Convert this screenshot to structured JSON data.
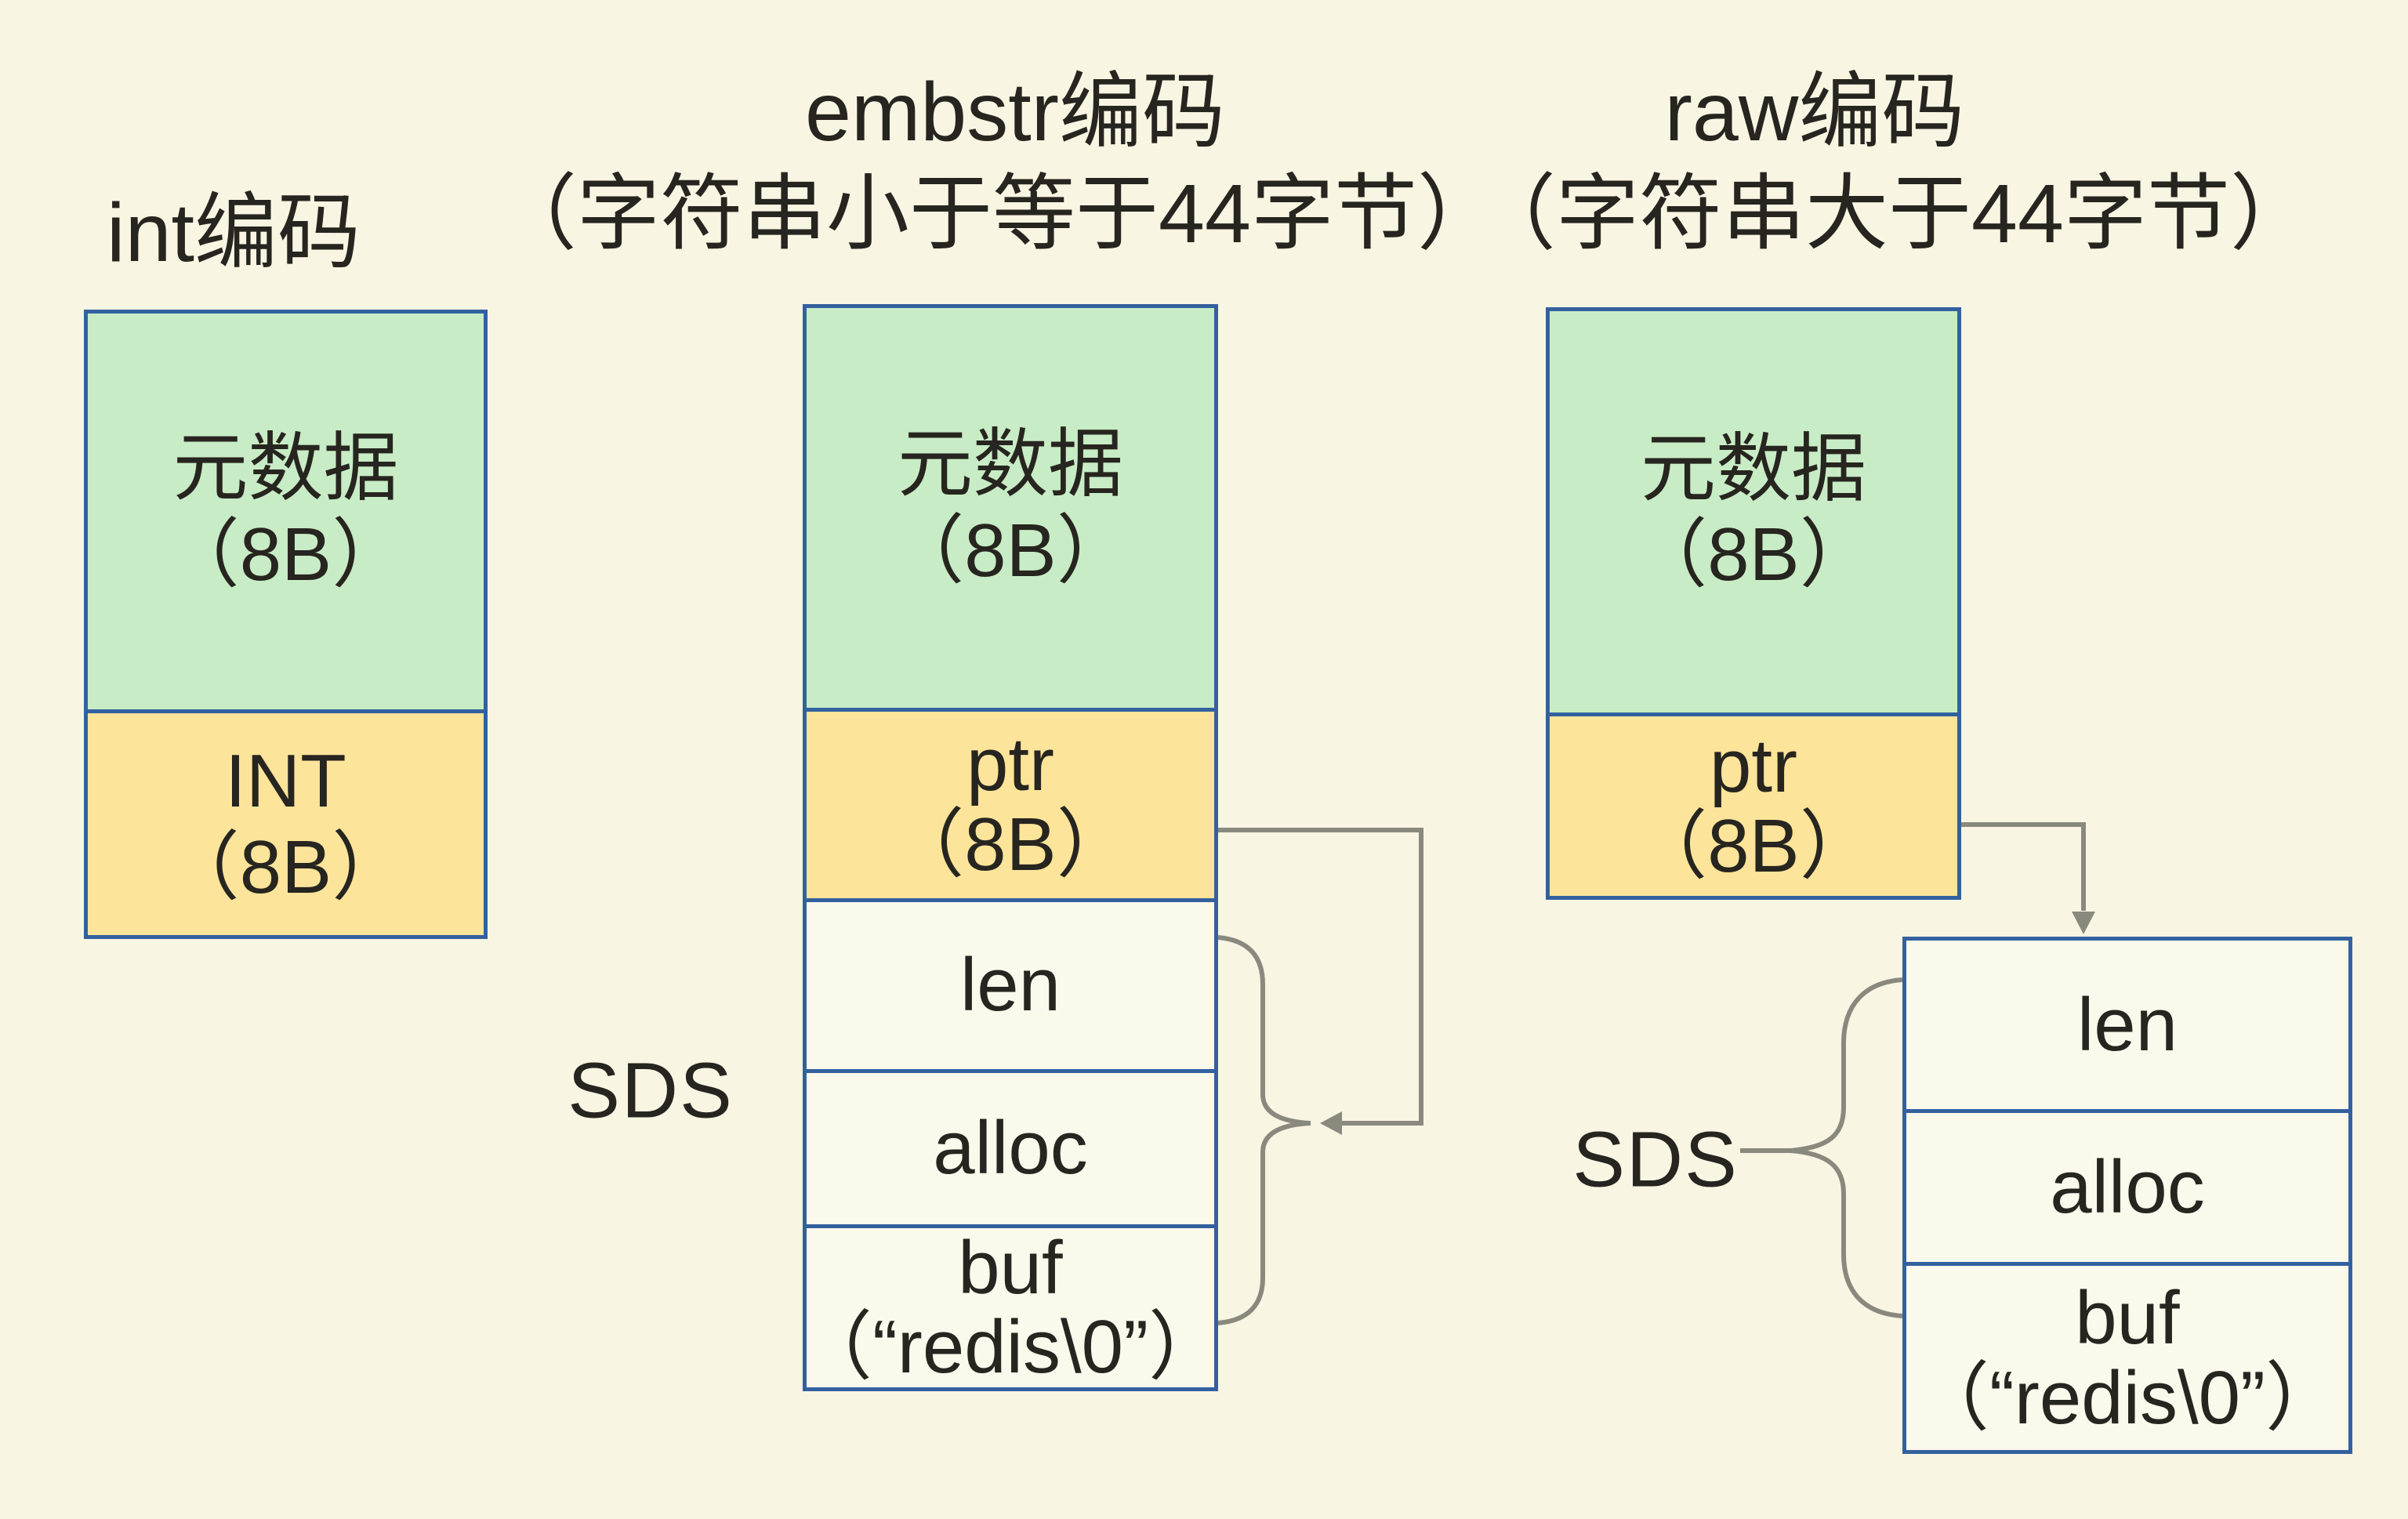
{
  "diagram": {
    "colors": {
      "background": "#f9f5e3",
      "green_fill": "#c8ecc5",
      "yellow_fill": "#fce49a",
      "box_border": "#33619f",
      "connector_line": "#8a897e",
      "text": "#27251f"
    },
    "int_column": {
      "title": "int编码",
      "metadata_label": "元数据",
      "metadata_size": "（8B）",
      "value_label": "INT",
      "value_size": "（8B）"
    },
    "embstr_column": {
      "title_line1": "embstr编码",
      "title_line2": "（字符串小于等于44字节）",
      "metadata_label": "元数据",
      "metadata_size": "（8B）",
      "ptr_label": "ptr",
      "ptr_size": "（8B）",
      "len_label": "len",
      "alloc_label": "alloc",
      "buf_label": "buf",
      "buf_value": "（“redis\\0”）",
      "sds_label": "SDS"
    },
    "raw_column": {
      "title_line1": "raw编码",
      "title_line2": "（字符串大于44字节）",
      "metadata_label": "元数据",
      "metadata_size": "（8B）",
      "ptr_label": "ptr",
      "ptr_size": "（8B）",
      "len_label": "len",
      "alloc_label": "alloc",
      "buf_label": "buf",
      "buf_value": "（“redis\\0”）",
      "sds_label": "SDS"
    }
  }
}
